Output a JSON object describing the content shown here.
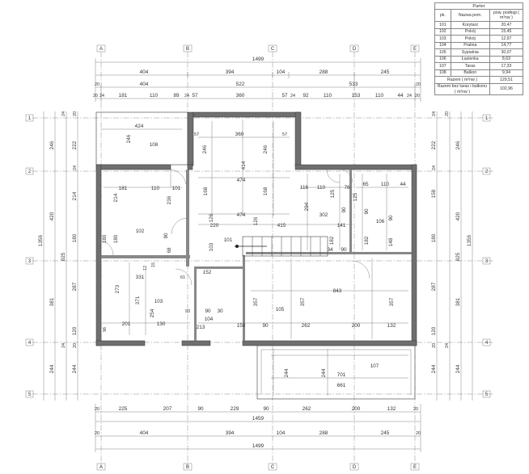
{
  "table": {
    "title": "Parter",
    "headers": [
      "pk.",
      "Nazwa pom.",
      "pow. podłogi ( m²nw )"
    ],
    "rows": [
      [
        "101",
        "Korytarz",
        "20,47"
      ],
      [
        "102",
        "Pokój",
        "15,45"
      ],
      [
        "103",
        "Pokój",
        "12,97"
      ],
      [
        "104",
        "Pralnia",
        "14,77"
      ],
      [
        "105",
        "Sypialnia",
        "30,07"
      ],
      [
        "106",
        "Łazienka",
        "8,63"
      ],
      [
        "107",
        "Taras",
        "17,33"
      ],
      [
        "108",
        "Balkon",
        "9,94"
      ]
    ],
    "total_label": "Razem ( m²nw )",
    "total_value": "129,51",
    "total2_label": "Razem bez taras i balkonu ( m²nw )",
    "total2_value": "102,96"
  },
  "axes": {
    "columns": [
      "A",
      "B",
      "C",
      "D",
      "E"
    ],
    "rows": [
      "1",
      "2",
      "3",
      "4",
      "5"
    ]
  },
  "rooms": [
    "101",
    "102",
    "103",
    "104",
    "105",
    "106",
    "107",
    "108"
  ],
  "dims": {
    "top": {
      "overall": "1499",
      "row1": [
        "404",
        "394",
        "104",
        "288",
        "245"
      ],
      "row2_ends": [
        "20",
        "20"
      ],
      "row2": [
        "404",
        "522",
        "533"
      ],
      "row3": [
        "20",
        "24",
        "181",
        "110",
        "89",
        "24",
        "57",
        "360",
        "57",
        "24",
        "92",
        "110",
        "153",
        "110",
        "44",
        "24",
        "20"
      ]
    },
    "bottom": {
      "row1": [
        "20",
        "225",
        "207",
        "90",
        "229",
        "90",
        "262",
        "200",
        "132",
        "20"
      ],
      "total": "1459",
      "row2": [
        "404",
        "394",
        "104",
        "288",
        "245"
      ],
      "row2_ends": [
        "20",
        "20"
      ],
      "overall": "1499"
    },
    "left": {
      "outer": [
        "246",
        "420",
        "381",
        "244"
      ],
      "overall": "1356",
      "mid": "825",
      "inner": [
        "20",
        "222",
        "24",
        "214",
        "180",
        "287",
        "120",
        "244"
      ],
      "small": [
        "20",
        "24",
        "24",
        "20"
      ]
    },
    "right": {
      "outer": [
        "246",
        "420",
        "381",
        "244"
      ],
      "overall": "1356",
      "mid": "825",
      "inner": [
        "20",
        "222",
        "24",
        "158",
        "180",
        "287",
        "120",
        "244"
      ],
      "small": [
        "24",
        "20",
        "24",
        "20"
      ]
    },
    "interior": {
      "balcony_w": "424",
      "balcony_h": "246",
      "r108_inner": "360",
      "r108_side": "57",
      "r108_side2": "57",
      "r108_h": "246",
      "r108_h2": "246",
      "d474a": "474",
      "d414": "414",
      "d168a": "168",
      "d168b": "168",
      "d474b": "474",
      "r102_w": "181",
      "r102_w2": "110",
      "r102_d101": "101",
      "r102_214": "214",
      "r102_236": "236",
      "r102_180": "180",
      "r102_180b": "180",
      "d220": "220",
      "d126a": "126",
      "d126b": "126",
      "d415": "415",
      "d90a": "90",
      "d68": "68",
      "d103": "103",
      "d116": "116",
      "d110": "110",
      "d125a": "125",
      "d76": "76",
      "d65": "65",
      "d110b": "110",
      "d44": "44",
      "d294": "294",
      "d302": "302",
      "d90b": "90",
      "d125b": "125",
      "d90c": "90",
      "d90d": "90",
      "d141": "141",
      "d182a": "182",
      "d182b": "182",
      "d148": "148",
      "d34": "34",
      "d90e": "90",
      "d331": "331",
      "d12": "12",
      "d15": "15",
      "d61": "61",
      "d152": "152",
      "d273": "273",
      "d371": "371",
      "d254": "254",
      "d201": "201",
      "d130": "130",
      "d96": "96",
      "d93": "93",
      "d90f": "90",
      "d30": "30",
      "d213": "213",
      "d843": "843",
      "d357a": "357",
      "d357b": "357",
      "d357c": "357",
      "d159": "159",
      "d90g": "90",
      "d262": "262",
      "d200": "200",
      "d132": "132",
      "d244a": "244",
      "d244b": "244",
      "d701": "701",
      "d661": "661"
    }
  }
}
